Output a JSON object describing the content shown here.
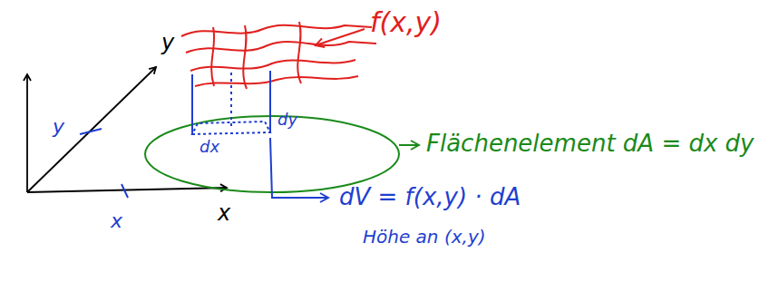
{
  "diagram": {
    "labels": [
      "f(x,y)",
      "y",
      "y",
      "x",
      "x",
      "dx",
      "dy",
      "Flächenelement dA = dx dy",
      "dV = f(x,y) · dA",
      "Höhe an (x,y)"
    ]
  }
}
